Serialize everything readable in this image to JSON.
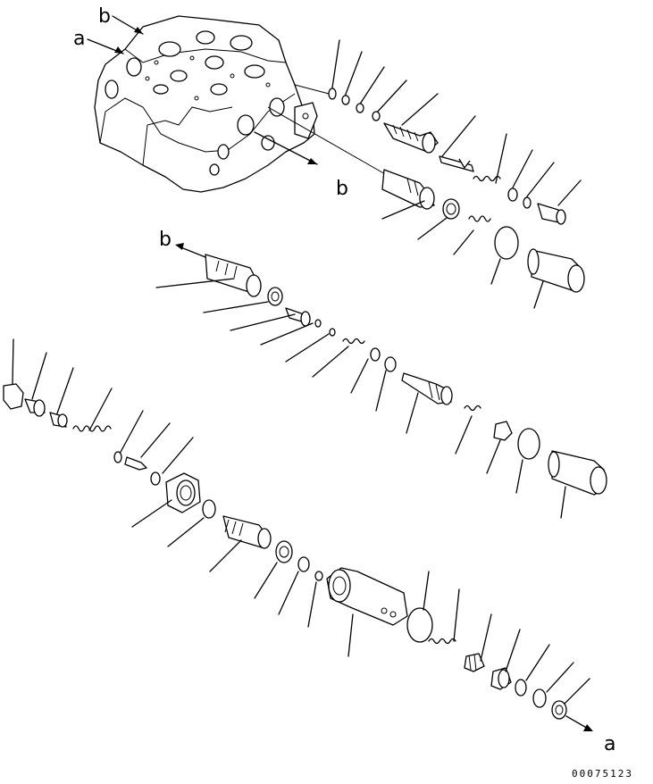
{
  "labels": {
    "a_top": "a",
    "b_top": "b",
    "b_mid": "b",
    "b_left": "b",
    "a_bottom": "a"
  },
  "drawing_number": "00075123"
}
